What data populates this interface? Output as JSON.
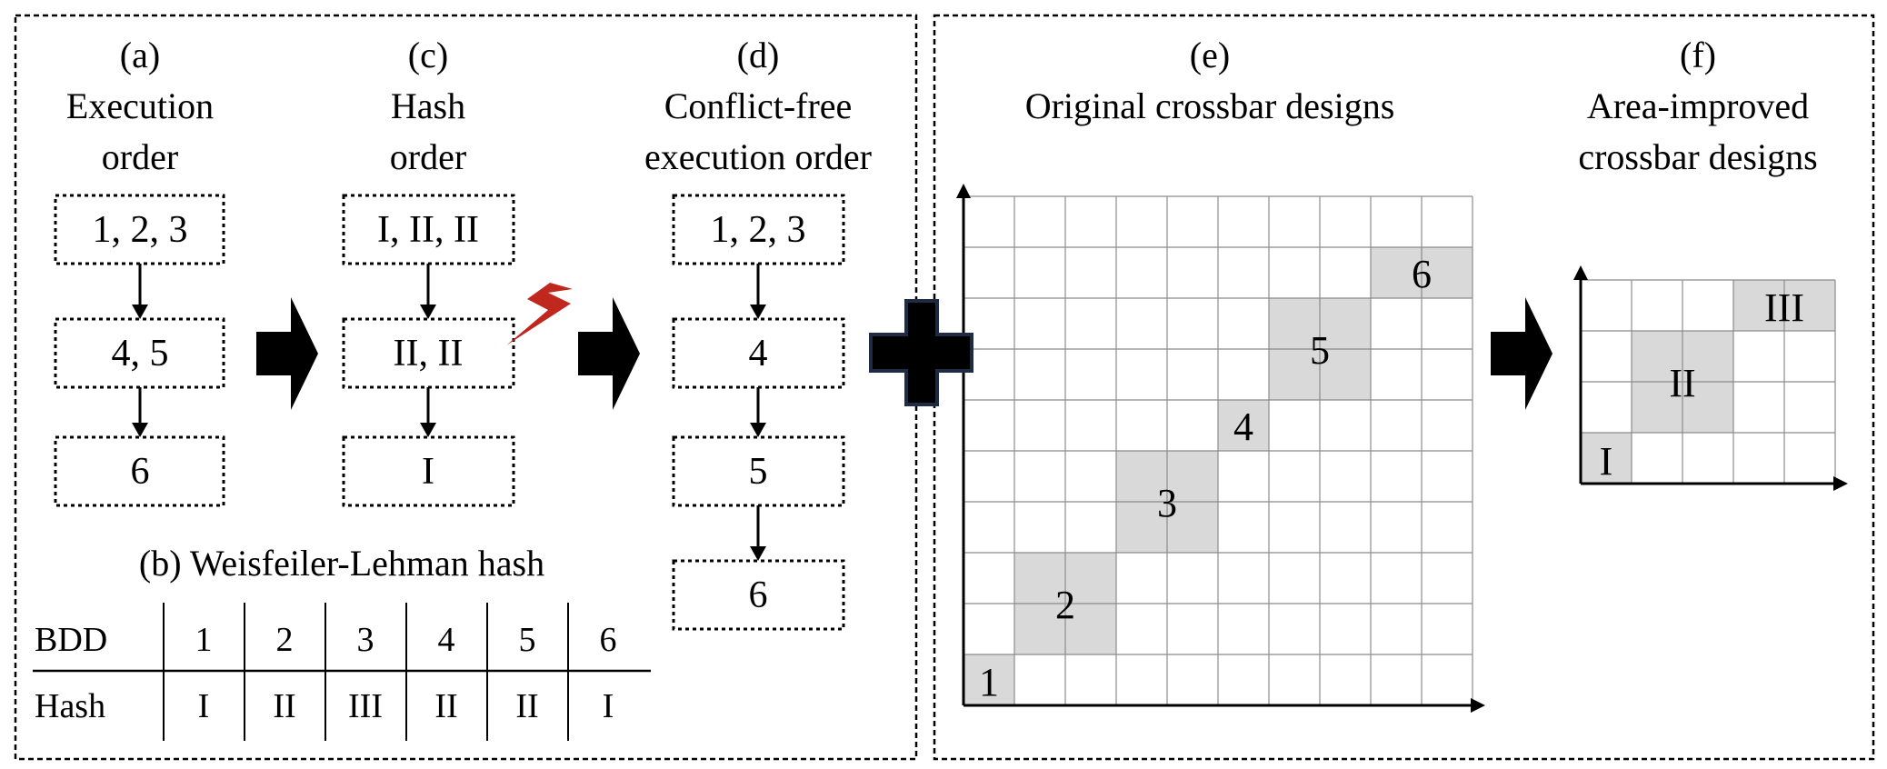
{
  "panel_a": {
    "letter": "(a)",
    "title_line1": "Execution",
    "title_line2": "order",
    "boxes": [
      "1, 2, 3",
      "4, 5",
      "6"
    ]
  },
  "panel_c": {
    "letter": "(c)",
    "title_line1": "Hash",
    "title_line2": "order",
    "boxes": [
      "I, II, II",
      "II, II",
      "I"
    ]
  },
  "panel_d": {
    "letter": "(d)",
    "title_line1": "Conflict-free",
    "title_line2": "execution order",
    "boxes": [
      "1, 2, 3",
      "4",
      "5",
      "6"
    ]
  },
  "panel_b": {
    "title": "(b) Weisfeiler-Lehman hash",
    "table": {
      "row_header_top": "BDD",
      "row_header_bottom": "Hash",
      "bdd": [
        "1",
        "2",
        "3",
        "4",
        "5",
        "6"
      ],
      "hash": [
        "I",
        "II",
        "III",
        "II",
        "II",
        "I"
      ]
    }
  },
  "panel_e": {
    "letter": "(e)",
    "title": "Original crossbar designs",
    "block_labels": [
      "1",
      "2",
      "3",
      "4",
      "5",
      "6"
    ]
  },
  "panel_f": {
    "letter": "(f)",
    "title_line1": "Area-improved",
    "title_line2": "crossbar designs",
    "block_labels": [
      "I",
      "II",
      "III"
    ]
  },
  "colors": {
    "highlight": "#d9d9d9",
    "grid": "#8c8c8c",
    "conflict": "#c0281e",
    "outline": "#000000"
  },
  "icons": {
    "arrows": "solid-block-arrow-right",
    "combine": "plus-icon",
    "conflict": "lightning-bolt-icon"
  }
}
